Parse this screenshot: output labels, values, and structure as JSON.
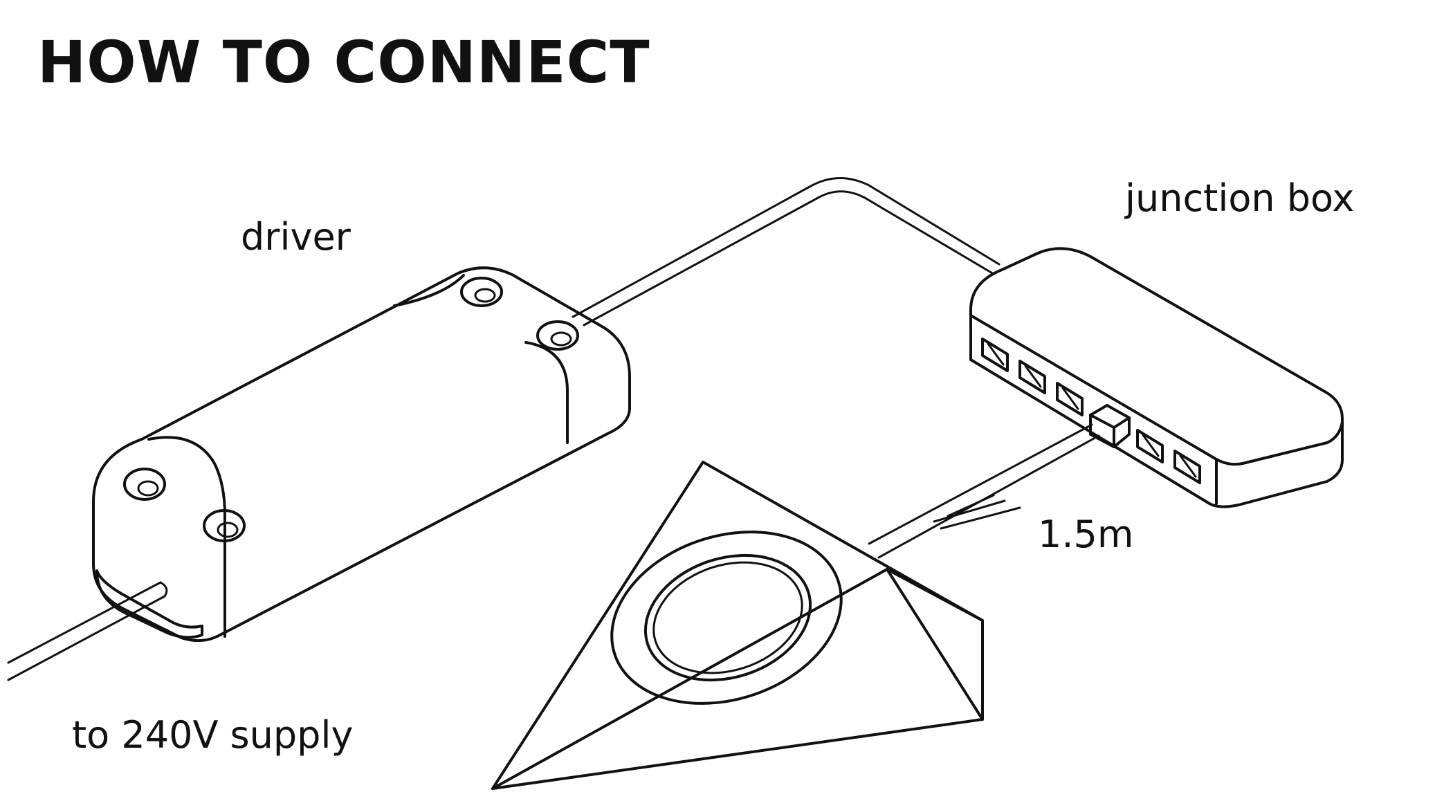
{
  "title": "HOW TO CONNECT",
  "labels": {
    "driver": "driver",
    "junction_box": "junction box",
    "cable_length": "1.5m",
    "supply": "to 240V supply"
  },
  "colors": {
    "ink": "#111111",
    "background": "#ffffff"
  }
}
